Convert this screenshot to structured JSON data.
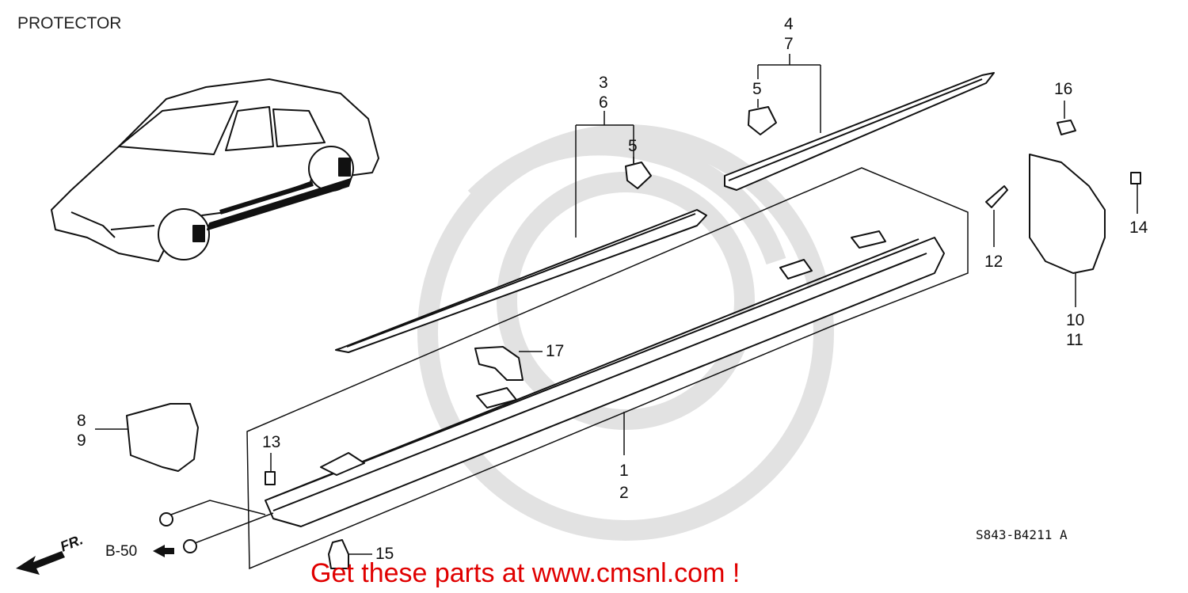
{
  "header": {
    "title": "PROTECTOR"
  },
  "callouts": {
    "c1": "1",
    "c2": "2",
    "c3": "3",
    "c6": "6",
    "c4": "4",
    "c7": "7",
    "c5a": "5",
    "c5b": "5",
    "c8": "8",
    "c9": "9",
    "c10": "10",
    "c11": "11",
    "c12": "12",
    "c13": "13",
    "c14": "14",
    "c15": "15",
    "c16": "16",
    "c17": "17"
  },
  "footer": {
    "drawing_code": "S843-B4211 A",
    "front_label": "FR.",
    "reference": "B-50",
    "promo": "Get these parts at www.cmsnl.com !",
    "promo_color": "#e00000"
  }
}
